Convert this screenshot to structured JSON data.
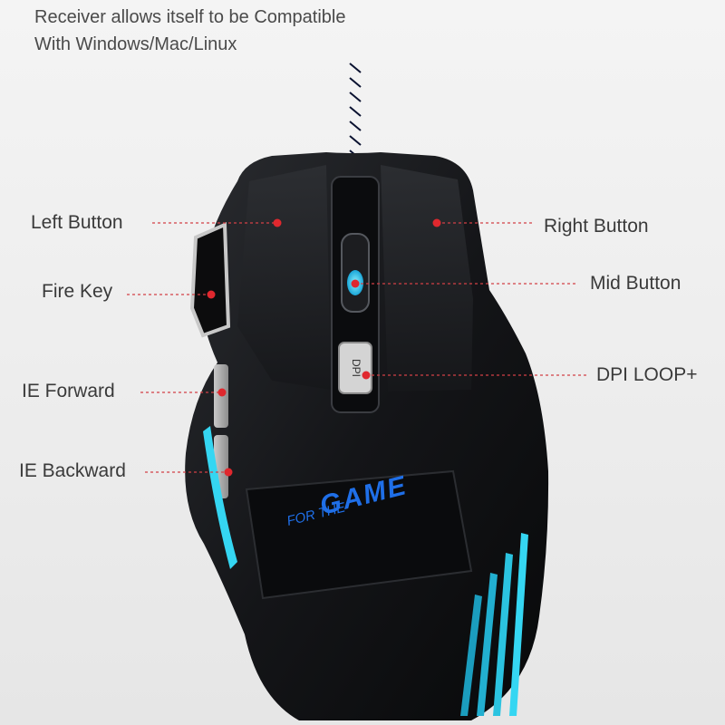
{
  "headline": {
    "line1": "Receiver allows itself to be Compatible",
    "line2": "With Windows/Mac/Linux"
  },
  "callouts": {
    "left_button": "Left Button",
    "right_button": "Right Button",
    "fire_key": "Fire Key",
    "mid_button": "Mid Button",
    "ie_forward": "IE Forward",
    "dpi_loop": "DPI LOOP+",
    "ie_backward": "IE Backward"
  },
  "mouse": {
    "dpi_button_text": "DPI",
    "brand_line1": "FOR THE",
    "brand_line2": "GAME"
  },
  "colors": {
    "callout_dot": "#e0282e",
    "led_glow": "#35d6f2",
    "brand_text": "#1f6fe8",
    "body_shell": "#17181b"
  }
}
